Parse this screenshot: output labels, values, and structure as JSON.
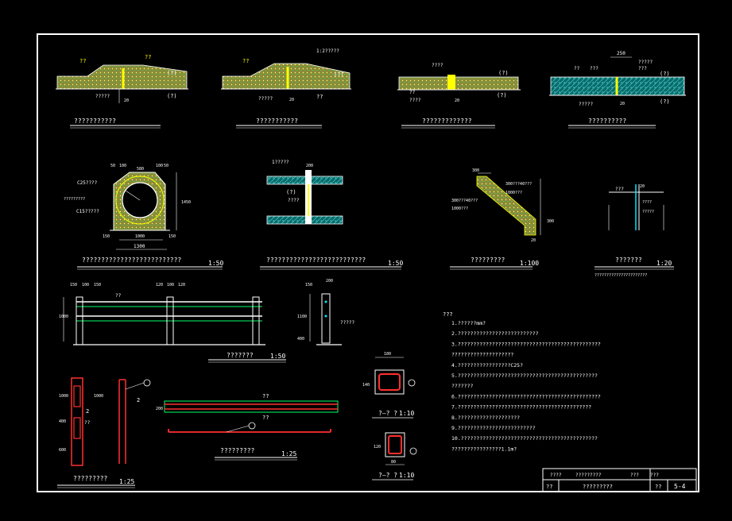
{
  "sheet": {
    "number": "5-4",
    "title_block": {
      "r1c1": "????",
      "r1c2": "?????????",
      "r1c3": "???",
      "r1c4": "???",
      "r2c1": "??",
      "r2c2": "?????????",
      "r2c3": "??"
    }
  },
  "drawings": {
    "d1": {
      "title": "???????????",
      "labels": [
        "??",
        "??",
        "(?)",
        "?????",
        "(?)",
        "20"
      ]
    },
    "d2": {
      "title": "???????????",
      "labels": [
        "??",
        "1:2?????",
        "(?)",
        "?????",
        "20",
        "??"
      ]
    },
    "d3": {
      "title": "?????????????",
      "labels": [
        "????",
        "(?)",
        "??",
        "????",
        "20",
        "(?)"
      ]
    },
    "d4": {
      "title": "??????????",
      "labels": [
        "250",
        "?????",
        "???",
        "??",
        "???",
        "(?)",
        "?????",
        "20",
        "(?)"
      ]
    },
    "d5": {
      "title": "??????????????????????????",
      "scale": "1:50",
      "labels": [
        "50",
        "100",
        "580",
        "100",
        "50",
        "C25????",
        "?????????",
        "C15?????",
        "150",
        "1000",
        "150",
        "1300",
        "1450"
      ]
    },
    "d6": {
      "title": "??????????????????????????",
      "scale": "1:50",
      "labels": [
        "1?????",
        "200",
        "(?)",
        "????"
      ]
    },
    "d7": {
      "title": "?????????",
      "scale": "1:100",
      "labels": [
        "300",
        "300???40???",
        "1000???",
        "300???40???",
        "1000???",
        "300",
        "20"
      ]
    },
    "d8": {
      "title": "???????",
      "scale": "1:20",
      "subtitle": "??????????????????????",
      "labels": [
        "???",
        "20",
        "????",
        "?????"
      ]
    },
    "d9": {
      "title": "???????",
      "scale": "1:50",
      "labels": [
        "150",
        "100",
        "150",
        "120",
        "100",
        "120",
        "??",
        "1000"
      ]
    },
    "d10": {
      "labels": [
        "150",
        "200",
        "1100",
        "400",
        "?????"
      ]
    },
    "d11": {
      "title": "?????????",
      "scale": "1:25",
      "labels": [
        "1000",
        "1000",
        "400",
        "600",
        "2",
        "??",
        "2"
      ]
    },
    "d12": {
      "title": "?????????",
      "scale": "1:25",
      "labels": [
        "??",
        "??",
        "200"
      ]
    },
    "d13": {
      "title": "?—? ?",
      "scale": "1:10",
      "labels": [
        "180",
        "140"
      ]
    },
    "d14": {
      "title": "?—? ?",
      "scale": "1:10",
      "labels": [
        "80",
        "120"
      ]
    }
  },
  "notes": {
    "heading": "???",
    "items": [
      "1.??????mm?",
      "2.??????????????????????????",
      "3.??????????????????????????????????????????????",
      "   ????????????????????",
      "4.?????????????????C25?",
      "5.?????????????????????????????????????????????",
      "   ???????",
      "6.??????????????????????????????????????????????",
      "7.???????????????????????????????????????????",
      "8.????????????????????",
      "9.?????????????????????????",
      "10.????????????????????????????????????????????",
      "    ????????????????1.1m?"
    ]
  }
}
